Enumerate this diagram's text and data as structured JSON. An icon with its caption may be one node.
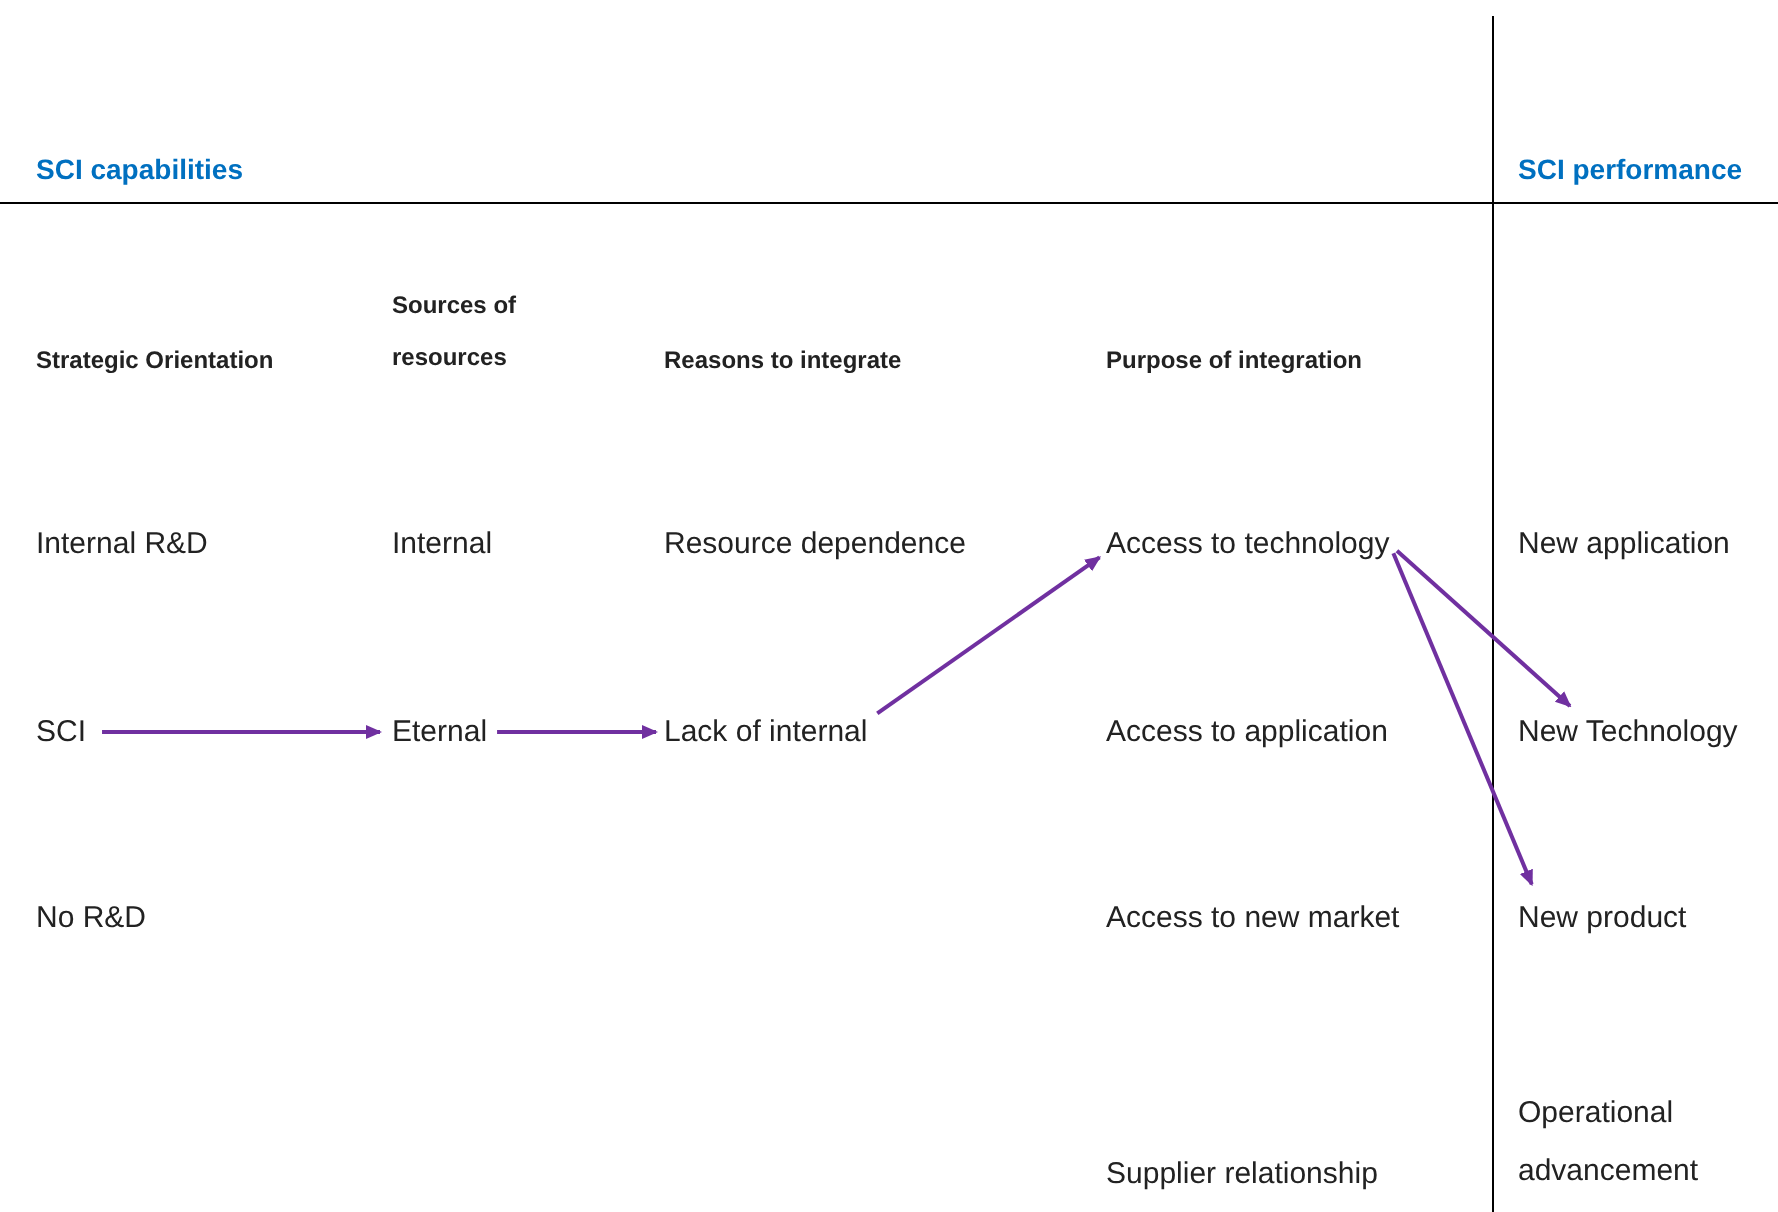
{
  "diagram": {
    "nodes": [
      {
        "text": [
          "SCI"
        ]
      },
      {
        "text": [
          "Eternal"
        ]
      },
      {
        "text": [
          "Lack of internal"
        ]
      },
      {
        "text": [
          "Access to technology"
        ]
      },
      {
        "text": [
          "New Technology"
        ]
      },
      {
        "text": [
          "New product"
        ]
      }
    ],
    "edges": [
      {
        "from": 0,
        "to": 1,
        "arrow": "to"
      },
      {
        "from": 1,
        "to": 2,
        "arrow": "to"
      },
      {
        "from": 2,
        "to": 3,
        "arrow": "to"
      },
      {
        "from": 3,
        "to": 4,
        "arrow": "to"
      },
      {
        "from": 3,
        "to": 5,
        "arrow": "to"
      }
    ],
    "labels": [
      "SCI capabilities",
      "SCI performance",
      "Strategic Orientation",
      "Sources of resources",
      "Reasons to integrate",
      "Purpose of integration",
      "Internal R&D",
      "Internal",
      "Resource dependence",
      "New application",
      "Access to application",
      "No R&D",
      "Access to new market",
      "Operational advancement",
      "Supplier relationship"
    ]
  }
}
